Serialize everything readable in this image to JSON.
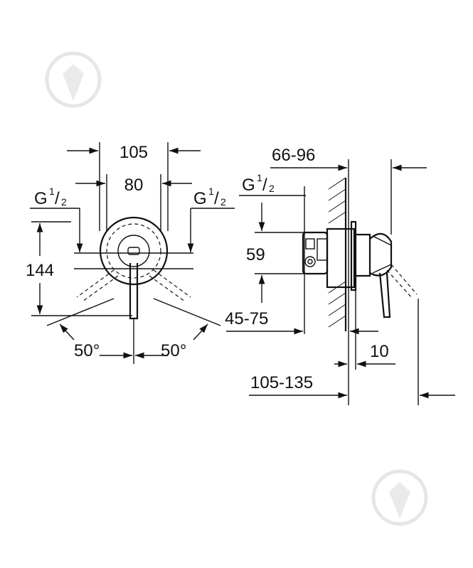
{
  "dimensions": {
    "width_overall": "105",
    "width_plate": "80",
    "height_overall": "144",
    "thread": "G",
    "thread_frac_num": "1",
    "thread_frac_den": "2",
    "angle": "50°",
    "wall_depth": "66-96",
    "valve_height": "59",
    "body_depth": "45-75",
    "plate_offset": "10",
    "total_depth": "105-135"
  },
  "colors": {
    "line": "#111111",
    "watermark": "#e8e8e8",
    "background": "#ffffff"
  },
  "icons": [
    "watermark-logo-icon"
  ]
}
